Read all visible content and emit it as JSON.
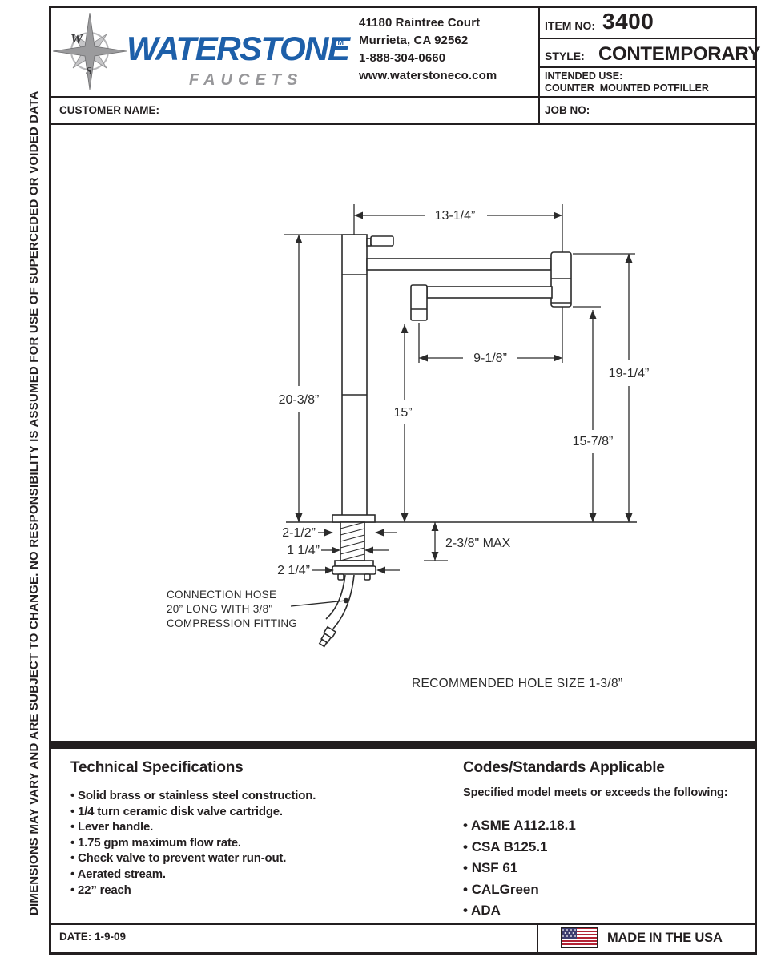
{
  "header": {
    "brand": "WATERSTONE",
    "brand_tm": "TM",
    "brand_sub": "FAUCETS",
    "compass_w": "W",
    "compass_s": "S",
    "address_line1": "41180 Raintree Court",
    "address_line2": "Murrieta, CA 92562",
    "address_line3": "1-888-304-0660",
    "address_line4": "www.waterstoneco.com",
    "item_no_label": "ITEM NO:",
    "item_no_value": "3400",
    "style_label": "STYLE:",
    "style_value": "CONTEMPORARY",
    "intended_use_label": "INTENDED USE:",
    "intended_use_value": "COUNTER  MOUNTED POTFILLER",
    "customer_name_label": "CUSTOMER NAME:",
    "job_no_label": "JOB NO:"
  },
  "drawing": {
    "dim_top_width": "13-1/4”",
    "dim_column_height": "20-3/8”",
    "dim_spout_height": "15”",
    "dim_lower_arm": "9-1/8”",
    "dim_upper_height": "19-1/4”",
    "dim_block_height": "15-7/8”",
    "dim_flange": "2-1/2”",
    "dim_shank": "1 1/4”",
    "dim_nut": "2 1/4”",
    "dim_deck_max": "2-3/8\" MAX",
    "hose_note_line1": "CONNECTION HOSE",
    "hose_note_line2": "20” LONG WITH 3/8\"",
    "hose_note_line3": "COMPRESSION FITTING",
    "hole_note": "RECOMMENDED HOLE SIZE 1-3/8”"
  },
  "specs": {
    "title": "Technical Specifications",
    "items": [
      "Solid brass or stainless steel construction.",
      "1/4 turn ceramic disk valve cartridge.",
      "Lever handle.",
      "1.75 gpm maximum flow rate.",
      "Check valve to prevent water run-out.",
      "Aerated stream.",
      "22” reach"
    ]
  },
  "codes": {
    "title": "Codes/Standards Applicable",
    "subtitle": "Specified model meets or exceeds the following:",
    "items": [
      "ASME A112.18.1",
      "CSA B125.1",
      "NSF 61",
      "CALGreen",
      "ADA"
    ]
  },
  "footer": {
    "date": "DATE: 1-9-09",
    "made_in": "MADE IN THE USA"
  },
  "disclaimer": "DIMENSIONS MAY VARY AND ARE SUBJECT TO CHANGE. NO RESPONSIBILITY IS ASSUMED FOR USE OF SUPERCEDED OR VOIDED DATA",
  "icons": {
    "logo": "compass-rose",
    "flag": "us-flag"
  },
  "colors": {
    "brand_blue": "#1d5fa9",
    "logo_gray": "#9b9b9d",
    "ink": "#231f20",
    "flag_red": "#b22234",
    "flag_blue": "#3c3b6e"
  }
}
